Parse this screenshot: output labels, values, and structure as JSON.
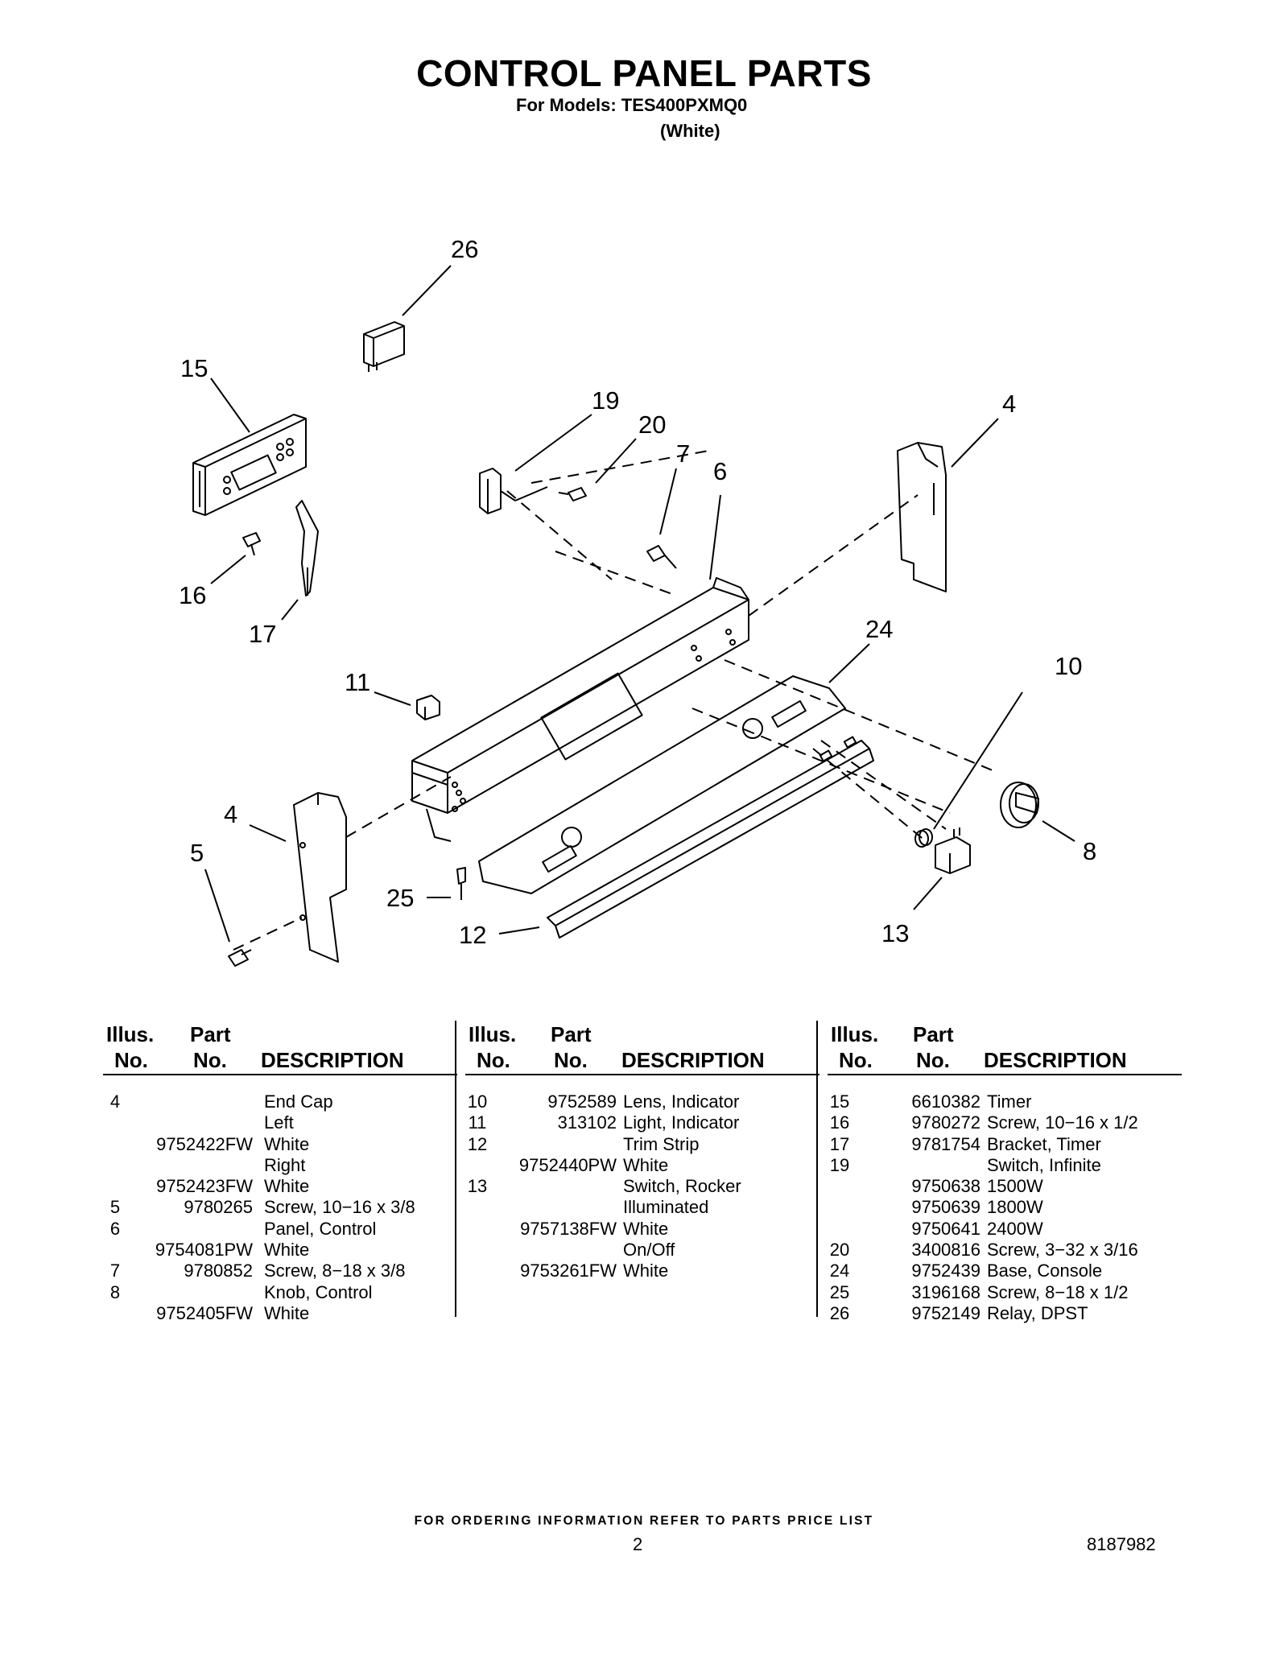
{
  "header": {
    "title": "CONTROL PANEL PARTS",
    "model_line": "For Models: TES400PXMQ0",
    "variant_line": "(White)"
  },
  "diagram": {
    "callouts": [
      "26",
      "15",
      "19",
      "20",
      "7",
      "6",
      "4",
      "16",
      "17",
      "11",
      "24",
      "10",
      "4",
      "5",
      "25",
      "12",
      "13",
      "8"
    ]
  },
  "table": {
    "headers": {
      "illus_1": "Illus.",
      "illus_2": "No.",
      "part_1": "Part",
      "part_2": "No.",
      "description": "DESCRIPTION"
    },
    "columns": [
      {
        "rows": [
          {
            "illus": "4",
            "part": "",
            "desc": "End Cap"
          },
          {
            "illus": "",
            "part": "",
            "desc": "Left"
          },
          {
            "illus": "",
            "part": "9752422FW",
            "desc": "White"
          },
          {
            "illus": "",
            "part": "",
            "desc": "Right"
          },
          {
            "illus": "",
            "part": "9752423FW",
            "desc": "White"
          },
          {
            "illus": "5",
            "part": "9780265",
            "desc": "Screw, 10−16 x 3/8"
          },
          {
            "illus": "6",
            "part": "",
            "desc": "Panel, Control"
          },
          {
            "illus": "",
            "part": "9754081PW",
            "desc": "White"
          },
          {
            "illus": "7",
            "part": "9780852",
            "desc": "Screw, 8−18 x 3/8"
          },
          {
            "illus": "8",
            "part": "",
            "desc": "Knob, Control"
          },
          {
            "illus": "",
            "part": "9752405FW",
            "desc": "White"
          }
        ]
      },
      {
        "rows": [
          {
            "illus": "10",
            "part": "9752589",
            "desc": "Lens, Indicator"
          },
          {
            "illus": "11",
            "part": "313102",
            "desc": "Light, Indicator"
          },
          {
            "illus": "12",
            "part": "",
            "desc": "Trim Strip"
          },
          {
            "illus": "",
            "part": "9752440PW",
            "desc": "White"
          },
          {
            "illus": "13",
            "part": "",
            "desc": "Switch, Rocker"
          },
          {
            "illus": "",
            "part": "",
            "desc": "Illuminated"
          },
          {
            "illus": "",
            "part": "9757138FW",
            "desc": "White"
          },
          {
            "illus": "",
            "part": "",
            "desc": "On/Off"
          },
          {
            "illus": "",
            "part": "9753261FW",
            "desc": "White"
          }
        ]
      },
      {
        "rows": [
          {
            "illus": "15",
            "part": "6610382",
            "desc": "Timer"
          },
          {
            "illus": "16",
            "part": "9780272",
            "desc": "Screw, 10−16 x 1/2"
          },
          {
            "illus": "17",
            "part": "9781754",
            "desc": "Bracket, Timer"
          },
          {
            "illus": "19",
            "part": "",
            "desc": "Switch, Infinite"
          },
          {
            "illus": "",
            "part": "9750638",
            "desc": "1500W"
          },
          {
            "illus": "",
            "part": "9750639",
            "desc": "1800W"
          },
          {
            "illus": "",
            "part": "9750641",
            "desc": "2400W"
          },
          {
            "illus": "20",
            "part": "3400816",
            "desc": "Screw, 3−32 x 3/16"
          },
          {
            "illus": "24",
            "part": "9752439",
            "desc": "Base, Console"
          },
          {
            "illus": "25",
            "part": "3196168",
            "desc": "Screw, 8−18 x 1/2"
          },
          {
            "illus": "26",
            "part": "9752149",
            "desc": "Relay, DPST"
          }
        ]
      }
    ]
  },
  "footer": {
    "ordering_note": "FOR ORDERING INFORMATION REFER TO PARTS PRICE LIST",
    "page_number": "2",
    "document_number": "8187982"
  }
}
